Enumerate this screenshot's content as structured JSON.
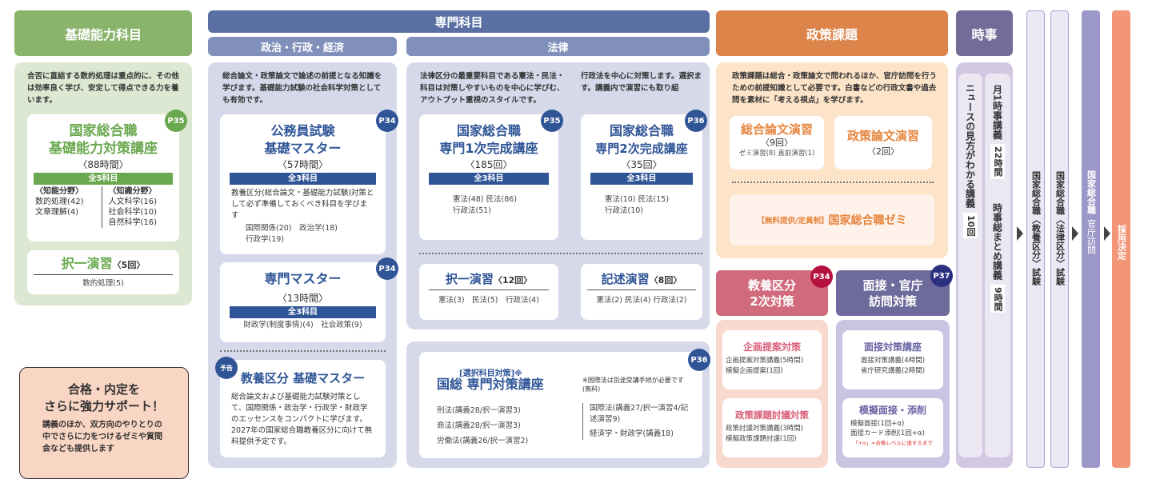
{
  "headers": {
    "basic": "基礎能力科目",
    "specialty": "専門科目",
    "politics": "政治・行政・経済",
    "law": "法律",
    "policy": "政策課題",
    "current": "時事"
  },
  "basic": {
    "desc": "合否に直結する数的処理は重点的に、その他は効率良く学び、安定して得点できる力を養います。",
    "course1": {
      "badge": "P35",
      "title1": "国家総合職",
      "title2": "基礎能力対策講座",
      "hours": "〈88時間〉",
      "bar": "全5科目",
      "left_head": "〈知能分野〉",
      "left": [
        "数的処理(42)",
        "文章理解(4)"
      ],
      "right_head": "〈知識分野〉",
      "right": [
        "人文科学(16)",
        "社会科学(10)",
        "自然科学(16)"
      ]
    },
    "course2": {
      "title": "択一演習",
      "count": "〈5回〉",
      "detail": "数的処理(5)"
    }
  },
  "support": {
    "title1": "合格・内定を",
    "title2": "さらに強力サポート！",
    "body": "講義のほか、双方向のやりとりの中でさらに力をつけるゼミや質問会なども提供します"
  },
  "politics": {
    "desc": "総合論文・政策論文で論述の前提となる知識を学びます。基礎能力試験の社会科学対策としても有効です。",
    "c1": {
      "badge": "P34",
      "title1": "公務員試験",
      "title2": "基礎マスター",
      "hours": "〈57時間〉",
      "bar": "全3科目",
      "body": "教養区分(総合論文・基礎能力試験)対策として必ず準備しておくべき科目を学びます",
      "subjects1": "国際関係(20)　政治学(18)",
      "subjects2": "行政学(19)"
    },
    "c2": {
      "badge": "P34",
      "title": "専門マスター",
      "hours": "〈13時間〉",
      "bar": "全3科目",
      "subjects": "財政学(制度事情)(4)　社会政策(9)"
    },
    "c3": {
      "badge": "予告",
      "title": "教養区分 基礎マスター",
      "body": "総合論文および基礎能力試験対策として、国際関係・政治学・行政学・財政学のエッセンスをコンパクトに学びます。2027年の国家総合職教養区分に向けて無料提供予定です。"
    }
  },
  "law": {
    "desc1": "法律区分の最重要科目である憲法・民法・科目は対策しやすいものを中心に学びむ、アウトプット重視のスタイルです。",
    "desc2": "行政法を中心に対策します。選択ます。講義内で演習にも取り組",
    "c1": {
      "badge": "P35",
      "title1": "国家総合職",
      "title2": "専門1次完成講座",
      "count": "〈185回〉",
      "bar": "全3科目",
      "s1": "憲法(48) 民法(86)",
      "s2": "行政法(51)"
    },
    "c2": {
      "badge": "P36",
      "title1": "国家総合職",
      "title2": "専門2次完成講座",
      "count": "〈35回〉",
      "bar": "全3科目",
      "s1": "憲法(10) 民法(15)",
      "s2": "行政法(10)"
    },
    "c3": {
      "title": "択一演習",
      "count": "〈12回〉",
      "detail": "憲法(3)　民法(5)　行政法(4)"
    },
    "c4": {
      "title": "記述演習",
      "count": "〈8回〉",
      "detail": "憲法(2) 民法(4) 行政法(2)"
    },
    "c5": {
      "badge": "P36",
      "pre": "[選択科目対策]※",
      "title": "国総 専門対策講座",
      "note": "※国際法は別途受講手続が必要です(無料)",
      "left": [
        "刑法(講義28/択一演習3)",
        "商法(講義28/択一演習3)",
        "労働法(講義26/択一演習2)"
      ],
      "right": [
        "国際法(講義27/択一演習4/記述演習9)",
        "経済学・財政学(講義18)"
      ]
    }
  },
  "policy": {
    "desc": "政策課題は総合・政策論文で問われるほか、官庁訪問を行うための前提知識として必要です。白書などの行政文書や過去問を素材に「考える視点」を学びます。",
    "c1": {
      "title": "総合論文演習",
      "count": "〈9回〉",
      "detail": "ゼミ演習(8) 直前演習(1)"
    },
    "c2": {
      "title": "政策論文演習",
      "count": "〈2回〉"
    },
    "seminar": {
      "pre": "【無料提供/定員制】",
      "title": "国家総合職ゼミ"
    }
  },
  "second": {
    "badge": "P34",
    "title1": "教養区分",
    "title2": "2次対策",
    "c1": {
      "title": "企画提案対策",
      "l1": "企画提案対策講義(5時間)",
      "l2": "模擬企画提案(1回)"
    },
    "c2": {
      "title": "政策課題討議対策",
      "l1": "政策討議対策講義(3時間)",
      "l2": "模擬政策課題討議(1回)"
    }
  },
  "interview": {
    "badge": "P37",
    "title1": "面接・官庁",
    "title2": "訪問対策",
    "c1": {
      "title": "面接対策講座",
      "l1": "面接対策講義(4時間)",
      "l2": "省庁研究講義(2時間)"
    },
    "c2": {
      "title": "模擬面接・添削",
      "l1": "模擬面接(1回+α)",
      "l2": "面接カード添削(1回+α)",
      "note": "「+α」=合格レベルに達するまで"
    }
  },
  "current": {
    "col1": "ニュースの見方がわかる講義",
    "col1_count": "10回",
    "col2a": "月1時事講義",
    "col2a_hours": "22時間",
    "col2b": "時事総まとめ講義",
    "col2b_hours": "9時間"
  },
  "flow": [
    "国家総合職〈教養区分〉試験",
    "国家総合職〈法律区分〉試験",
    "国家総合職",
    "官庁訪問",
    "採用決定"
  ],
  "colors": {
    "green": "#8ab36c",
    "blue": "#5a70a3",
    "orange": "#dc844a",
    "purple": "#756b98",
    "pink": "#d06a7c",
    "salmon": "#f39677"
  }
}
